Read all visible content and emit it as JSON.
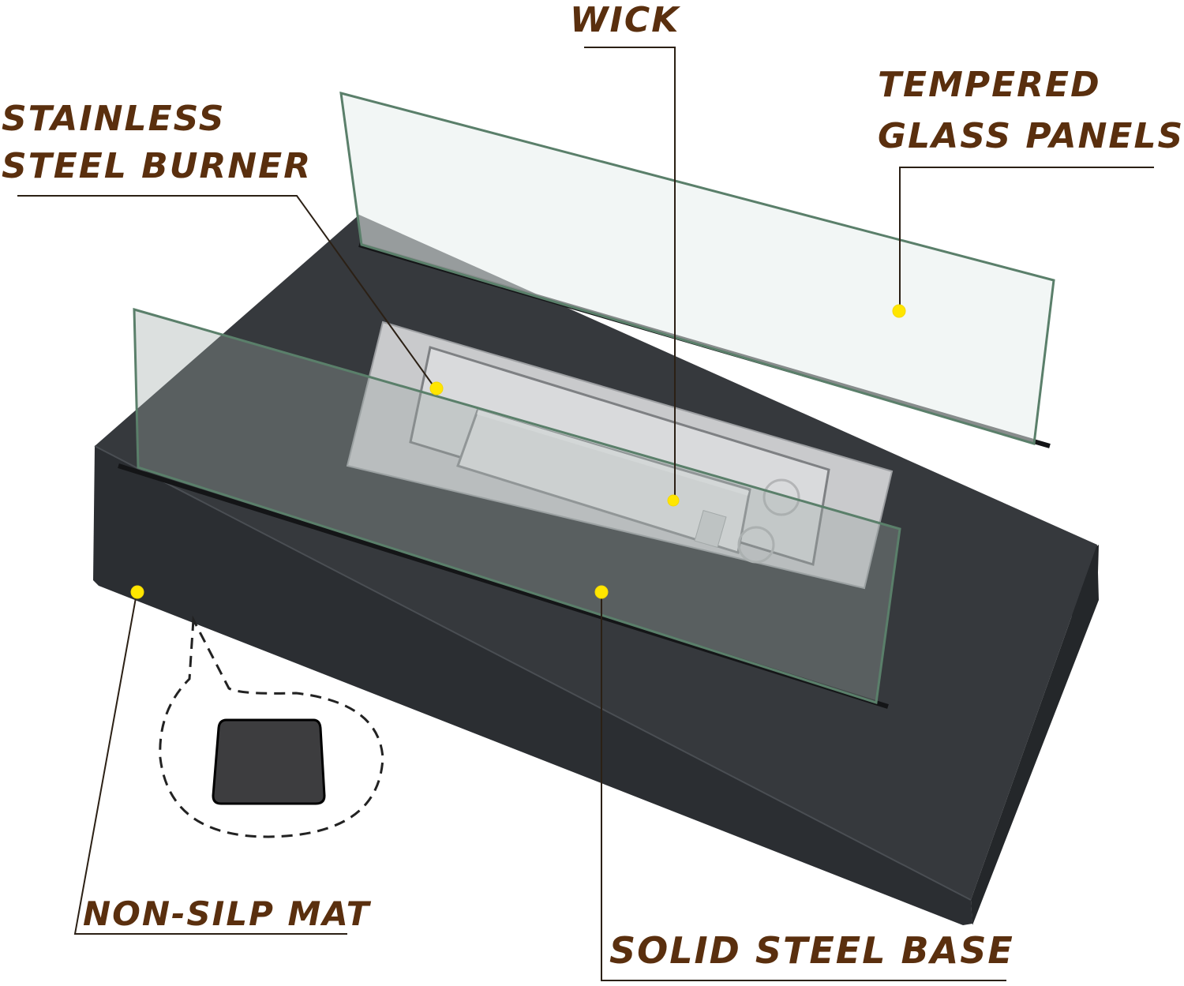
{
  "diagram": {
    "subject": "tabletop fireplace",
    "colors": {
      "label_text": "#5a2f0e",
      "leader_line": "#2b2015",
      "callout_dot": "#ffe600",
      "base_body": "#2e3135",
      "base_top": "#36393d",
      "burner_steel": "#c9cacc",
      "glass_edge": "#5a7f6a",
      "background": "#ffffff"
    },
    "callouts": [
      {
        "id": "wick",
        "lines": [
          "WICK"
        ]
      },
      {
        "id": "burner",
        "lines": [
          "STAINLESS",
          "STEEL BURNER"
        ]
      },
      {
        "id": "glass",
        "lines": [
          "TEMPERED",
          "GLASS PANELS"
        ]
      },
      {
        "id": "mat",
        "lines": [
          "NON-SILP MAT"
        ]
      },
      {
        "id": "base",
        "lines": [
          "SOLID STEEL BASE"
        ]
      }
    ]
  }
}
